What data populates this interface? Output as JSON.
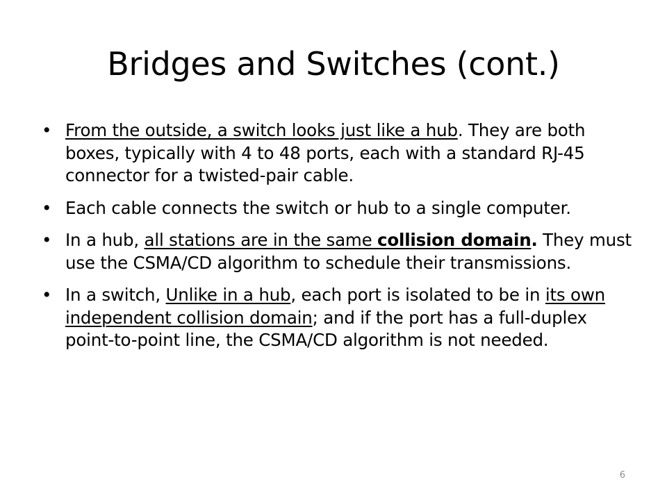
{
  "slide": {
    "title": "Bridges and Switches (cont.)",
    "bullet_symbol": "•",
    "bullets": [
      {
        "segments": [
          {
            "text": "From the outside, a switch looks just like a hub",
            "underline": true
          },
          {
            "text": ". They are both boxes, typically with 4 to 48 ports, each with a standard RJ-45 connector for a twisted-pair cable."
          }
        ]
      },
      {
        "segments": [
          {
            "text": "Each cable connects the switch or hub to a single computer."
          }
        ]
      },
      {
        "segments": [
          {
            "text": "In a hub, "
          },
          {
            "text": "all stations are in the same ",
            "underline": true
          },
          {
            "text": "collision domain",
            "underline": true,
            "bold": true
          },
          {
            "text": ".",
            "bold": true
          },
          {
            "text": " They must use the CSMA/CD algorithm to schedule their transmissions."
          }
        ]
      },
      {
        "segments": [
          {
            "text": "In a switch, "
          },
          {
            "text": "Unlike in a hub",
            "underline": true
          },
          {
            "text": ", each port is isolated to be in "
          },
          {
            "text": "its own independent collision domain",
            "underline": true
          },
          {
            "text": "; and if the port has a full-duplex point-to-point line, the CSMA/CD algorithm is not needed."
          }
        ]
      }
    ],
    "page_number": "6"
  }
}
